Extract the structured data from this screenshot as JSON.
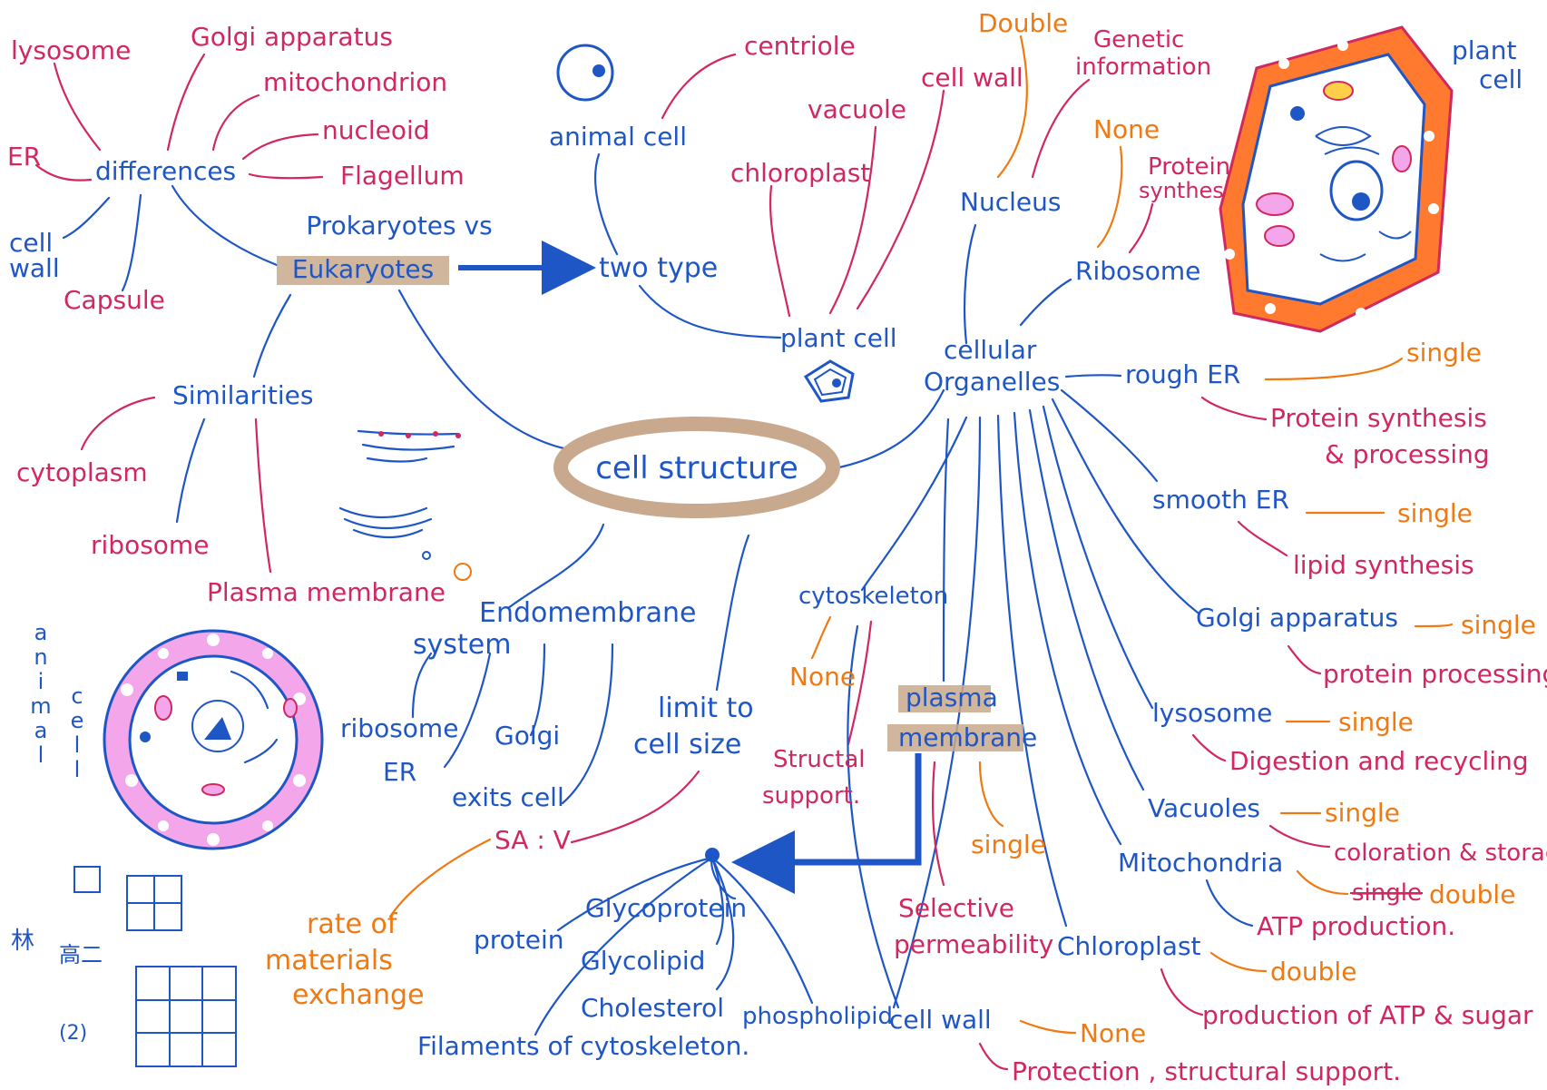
{
  "colors": {
    "blue": "#1f56c6",
    "red": "#d0285f",
    "orange": "#ef7a13",
    "highlight": "#c9a98d",
    "plant_cell_wall": "#ff7a2e",
    "animal_cell_membrane": "#f4a6ea"
  },
  "center": "cell structure",
  "prok_euk": {
    "line1": "Prokaryotes vs",
    "line2": "Eukaryotes",
    "differences": "differences",
    "difference_items": [
      "lysosome",
      "Golgi apparatus",
      "mitochondrion",
      "nucleoid",
      "Flagellum",
      "ER",
      "cell",
      "wall",
      "Capsule"
    ],
    "similarities": "Similarities",
    "similarity_items": [
      "cytoplasm",
      "ribosome",
      "Plasma membrane"
    ]
  },
  "two_type": {
    "label": "two type",
    "animal_cell": "animal cell",
    "centriole": "centriole",
    "plant_cell": "plant cell",
    "plant_items": [
      "vacuole",
      "chloroplast",
      "cell wall"
    ]
  },
  "nucleus": {
    "label": "Nucleus",
    "double": "Double",
    "genetic": [
      "Genetic",
      "information"
    ]
  },
  "ribosome": {
    "label": "Ribosome",
    "none": "None",
    "function": [
      "Protein",
      "synthesis"
    ]
  },
  "plant_cell_label": [
    "plant",
    "cell"
  ],
  "organelles": {
    "label": [
      "cellular",
      "Organelles"
    ],
    "rough_er": {
      "name": "rough ER",
      "membrane": "single",
      "function": [
        "Protein synthesis",
        "& processing"
      ]
    },
    "smooth_er": {
      "name": "smooth ER",
      "membrane": "single",
      "function": "lipid synthesis"
    },
    "golgi": {
      "name": "Golgi apparatus",
      "membrane": "single",
      "function": "protein processing"
    },
    "lysosome": {
      "name": "lysosome",
      "membrane": "single",
      "function": "Digestion and recycling"
    },
    "vacuoles": {
      "name": "Vacuoles",
      "membrane": "single",
      "function": "coloration & storage"
    },
    "mitochondria": {
      "name": "Mitochondria",
      "membrane_struck": "single",
      "membrane": "double",
      "function": "ATP production."
    },
    "chloroplast": {
      "name": "Chloroplast",
      "membrane": "double",
      "function": "production of ATP & sugar"
    },
    "cell_wall": {
      "name": "cell wall",
      "membrane": "None",
      "function": "Protection , structural support."
    },
    "cytoskeleton": {
      "name": "cytoskeleton",
      "membrane": "None",
      "function": [
        "Structal",
        "support."
      ]
    },
    "plasma_membrane": {
      "name": [
        "plasma",
        "membrane"
      ],
      "membrane": "single",
      "function": [
        "Selective",
        "permeability"
      ]
    }
  },
  "membrane_components": [
    "protein",
    "Glycoprotein",
    "Glycolipid",
    "Cholesterol",
    "phospholipid",
    "Filaments of cytoskeleton."
  ],
  "endomembrane": {
    "label": [
      "Endomembrane",
      "system"
    ],
    "items": [
      "ribosome",
      "ER",
      "Golgi",
      "exits cell"
    ]
  },
  "limit": {
    "label": [
      "limit to",
      "cell size"
    ],
    "formula": "SA : V",
    "result": [
      "rate of",
      "materials",
      "exchange"
    ]
  },
  "animal_cell_label": [
    "a",
    "n",
    "i",
    "m",
    "a",
    "l",
    "c",
    "e",
    "l",
    "l"
  ],
  "signature": [
    "林",
    "高二",
    "(2)"
  ]
}
